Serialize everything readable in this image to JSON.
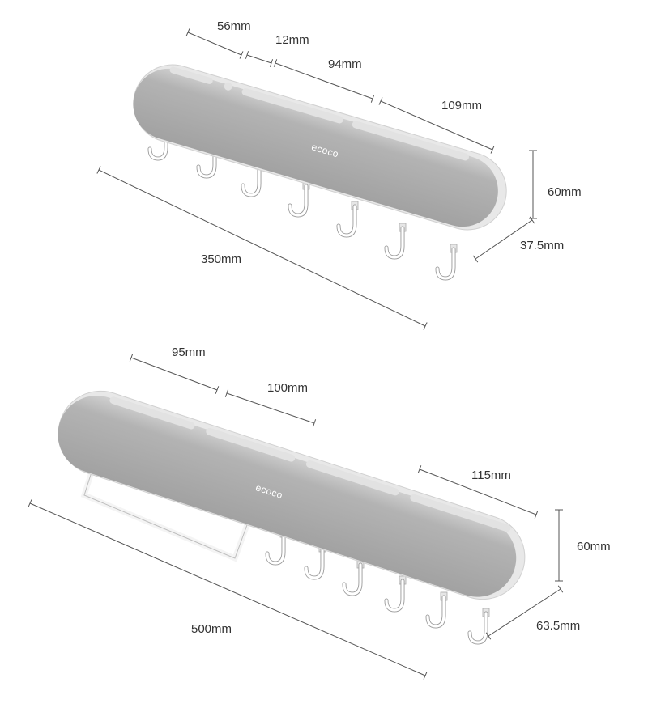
{
  "top_rack": {
    "logo": "ecoco",
    "dimensions": {
      "slot_1": "56mm",
      "gap": "12mm",
      "slot_2": "94mm",
      "slot_3": "109mm",
      "height": "60mm",
      "depth": "37.5mm",
      "length": "350mm"
    },
    "hook_count": 7
  },
  "bottom_rack": {
    "logo": "ecoco",
    "dimensions": {
      "slot_1": "95mm",
      "slot_2": "100mm",
      "slot_3": "115mm",
      "height": "60mm",
      "depth": "63.5mm",
      "length": "500mm"
    },
    "hook_count": 6,
    "has_towel_bar": true
  },
  "colors": {
    "body": "#a9a9a9",
    "body_top": "#d9d9d9",
    "rim": "#ececec",
    "hook": "#ffffff",
    "hook_outline": "#9a9a9a",
    "line": "#555555"
  }
}
